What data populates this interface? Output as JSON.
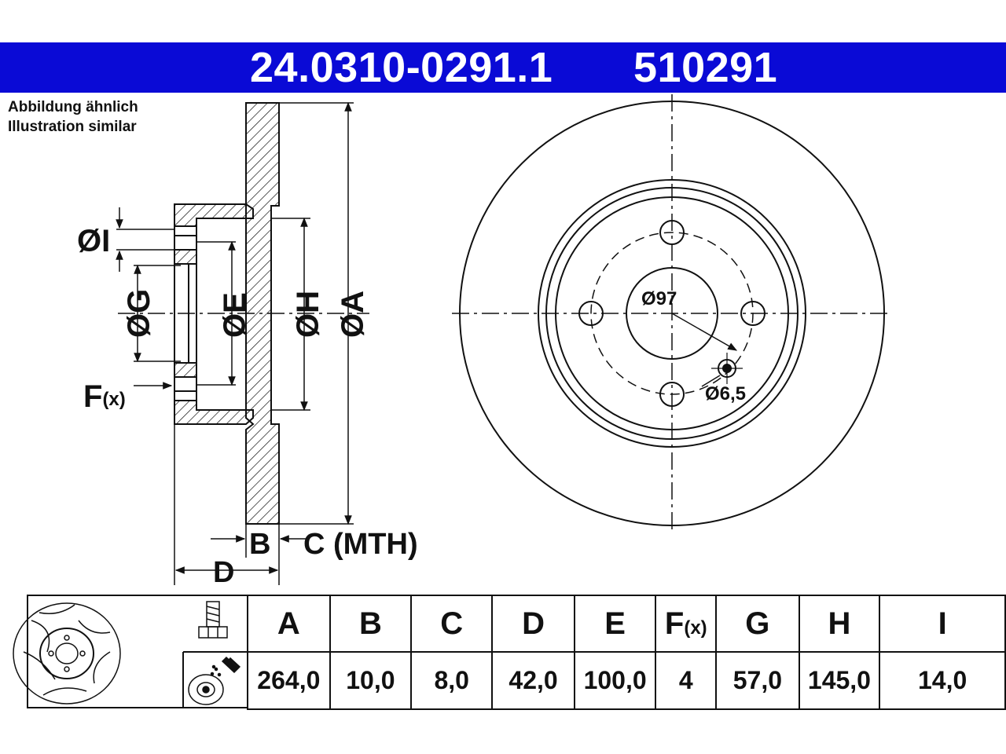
{
  "header": {
    "part_number": "24.0310-0291.1",
    "reference": "510291",
    "color": "#0a0ad6"
  },
  "note": {
    "line1": "Abbildung ähnlich",
    "line2": "Illustration similar"
  },
  "section_labels": {
    "I": "ØI",
    "G": "ØG",
    "E": "ØE",
    "H": "ØH",
    "A": "ØA",
    "F": "F",
    "F_sub": "(x)",
    "B": "B",
    "C": "C (MTH)",
    "D": "D"
  },
  "front_labels": {
    "bolt_circle": "Ø97",
    "hole": "Ø6,5"
  },
  "table": {
    "headers": [
      "A",
      "B",
      "C",
      "D",
      "E",
      "F",
      "G",
      "H",
      "I"
    ],
    "f_sub": "(x)",
    "values": [
      "264,0",
      "10,0",
      "8,0",
      "42,0",
      "100,0",
      "4",
      "57,0",
      "145,0",
      "14,0"
    ]
  },
  "icons": [
    "brake-disc-icon",
    "bolt-icon",
    "grease-spray-icon"
  ]
}
